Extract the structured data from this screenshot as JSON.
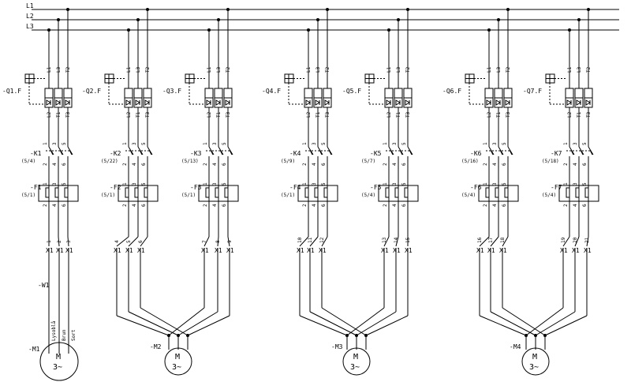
{
  "buses": [
    "L1",
    "L2",
    "L3"
  ],
  "switch_terminals_top": [
    "L1",
    "L3",
    "T2"
  ],
  "switch_terminals_bottom": [
    "L2",
    "T1",
    "T3"
  ],
  "contact_numbers_top": [
    "1",
    "3",
    "5"
  ],
  "contact_numbers_bottom": [
    "2",
    "4",
    "6"
  ],
  "terminal_strip_label": "X1",
  "groups": [
    {
      "switch": "-Q1.F",
      "contactor": "-K1",
      "contactor_ref": "(5/4)",
      "overload": "-F1",
      "overload_ref": "(5/1)",
      "terminals": [
        "1",
        "2",
        "3"
      ]
    },
    {
      "switch": "-Q2.F",
      "contactor": "-K2",
      "contactor_ref": "(5/22)",
      "overload": "-F2",
      "overload_ref": "(5/1)",
      "terminals": [
        "4",
        "5",
        "6"
      ]
    },
    {
      "switch": "-Q3.F",
      "contactor": "-K3",
      "contactor_ref": "(5/13)",
      "overload": "-F3",
      "overload_ref": "(5/1)",
      "terminals": [
        "7",
        "8",
        "9"
      ]
    },
    {
      "switch": "-Q4.F",
      "contactor": "-K4",
      "contactor_ref": "(5/9)",
      "overload": "-F4",
      "overload_ref": "(5/1)",
      "terminals": [
        "10",
        "11",
        "12"
      ]
    },
    {
      "switch": "-Q5.F",
      "contactor": "-K5",
      "contactor_ref": "(5/7)",
      "overload": "-F5",
      "overload_ref": "(5/4)",
      "terminals": [
        "13",
        "14",
        "15"
      ]
    },
    {
      "switch": "-Q6.F",
      "contactor": "-K6",
      "contactor_ref": "(5/16)",
      "overload": "-F6",
      "overload_ref": "(5/4)",
      "terminals": [
        "16",
        "17",
        "18"
      ]
    },
    {
      "switch": "-Q7.F",
      "contactor": "-K7",
      "contactor_ref": "(5/18)",
      "overload": "-F7",
      "overload_ref": "(5/4)",
      "terminals": [
        "19",
        "20",
        "21"
      ]
    }
  ],
  "cable": {
    "label": "-W1",
    "cores": [
      "Lysoblå",
      "Brun",
      "Sort"
    ]
  },
  "motors": [
    {
      "label": "-M1",
      "symbol": "M",
      "phase": "3~"
    },
    {
      "label": "-M2",
      "symbol": "M",
      "phase": "3~"
    },
    {
      "label": "-M3",
      "symbol": "M",
      "phase": "3~"
    },
    {
      "label": "-M4",
      "symbol": "M",
      "phase": "3~"
    }
  ]
}
